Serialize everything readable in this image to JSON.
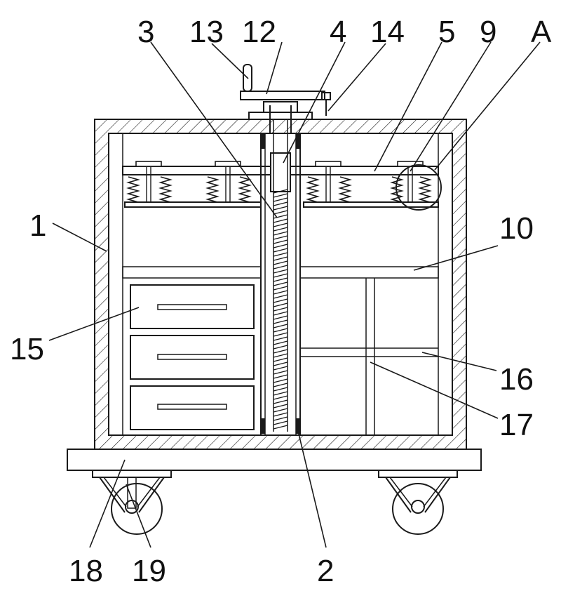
{
  "callouts": [
    {
      "id": "l1",
      "text": "1"
    },
    {
      "id": "l2",
      "text": "2"
    },
    {
      "id": "l3",
      "text": "3"
    },
    {
      "id": "l4",
      "text": "4"
    },
    {
      "id": "l5",
      "text": "5"
    },
    {
      "id": "l9",
      "text": "9"
    },
    {
      "id": "lA",
      "text": "A"
    },
    {
      "id": "l10",
      "text": "10"
    },
    {
      "id": "l12",
      "text": "12"
    },
    {
      "id": "l13",
      "text": "13"
    },
    {
      "id": "l14",
      "text": "14"
    },
    {
      "id": "l15",
      "text": "15"
    },
    {
      "id": "l16",
      "text": "16"
    },
    {
      "id": "l17",
      "text": "17"
    },
    {
      "id": "l18",
      "text": "18"
    },
    {
      "id": "l19",
      "text": "19"
    }
  ]
}
